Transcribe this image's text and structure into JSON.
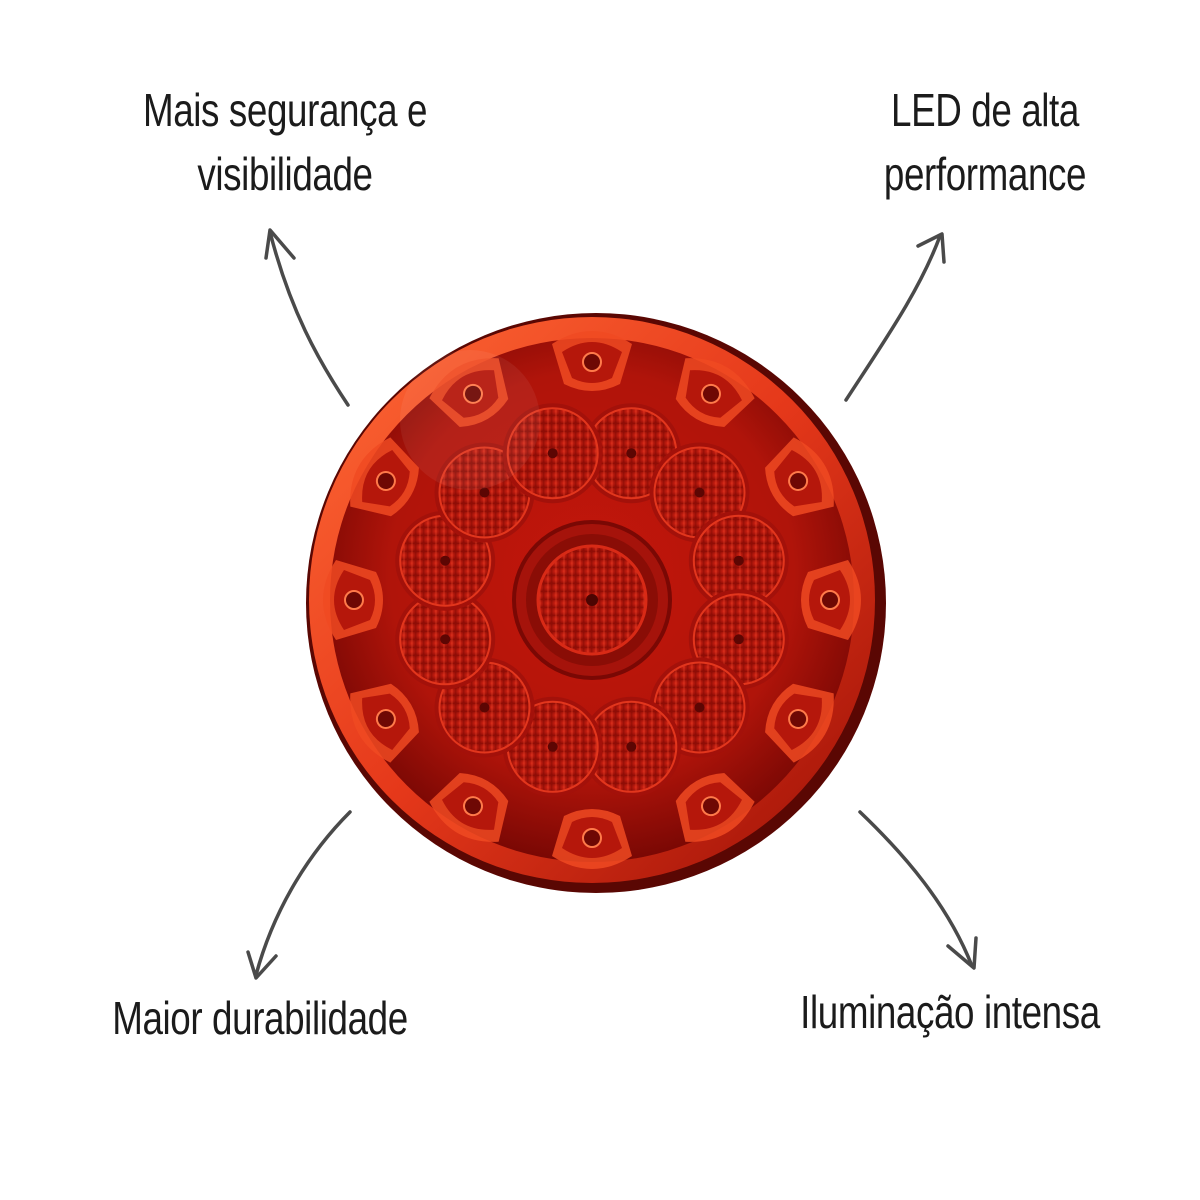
{
  "features": {
    "top_left": [
      "Mais segurança e",
      "visibilidade"
    ],
    "top_right": [
      "LED de alta",
      "performance"
    ],
    "bottom_left": [
      "Maior durabilidade"
    ],
    "bottom_right": [
      "Iluminação intensa"
    ]
  },
  "product": {
    "name": "round-red-led-tail-light",
    "led_count": 13,
    "colors": {
      "lens": "#d71d10",
      "lens_dark": "#8e0a05",
      "lens_highlight": "#ff5a2a",
      "arrow": "#4a4a4a",
      "text": "#1b1b1b"
    }
  }
}
